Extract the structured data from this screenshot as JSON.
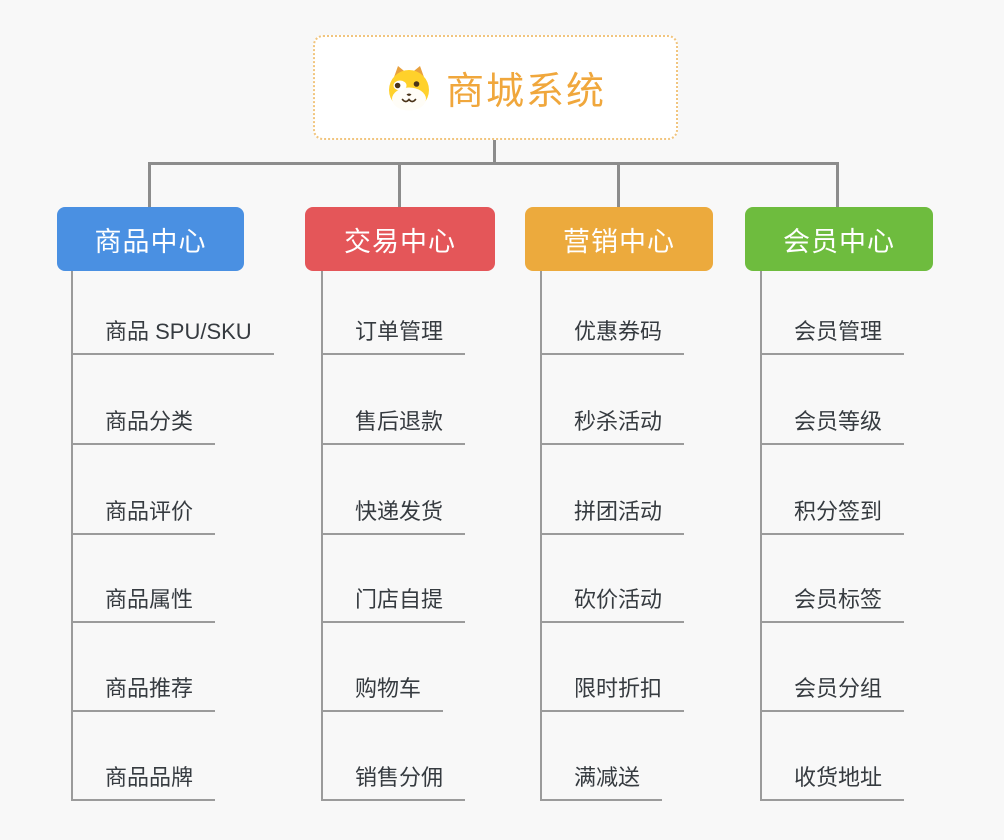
{
  "root": {
    "label": "商城系统",
    "icon": "dog-logo-icon"
  },
  "branches": [
    {
      "label": "商品中心",
      "color": "#4a90e2",
      "children": [
        "商品 SPU/SKU",
        "商品分类",
        "商品评价",
        "商品属性",
        "商品推荐",
        "商品品牌"
      ]
    },
    {
      "label": "交易中心",
      "color": "#e45659",
      "children": [
        "订单管理",
        "售后退款",
        "快递发货",
        "门店自提",
        "购物车",
        "销售分佣"
      ]
    },
    {
      "label": "营销中心",
      "color": "#ecaa3d",
      "children": [
        "优惠券码",
        "秒杀活动",
        "拼团活动",
        "砍价活动",
        "限时折扣",
        "满减送"
      ]
    },
    {
      "label": "会员中心",
      "color": "#6ebc3e",
      "children": [
        "会员管理",
        "会员等级",
        "积分签到",
        "会员标签",
        "会员分组",
        "收货地址"
      ]
    }
  ],
  "theme": {
    "title_color": "#f0a73c",
    "root_border_color": "#f1c57e",
    "connector_color": "#8c8c8c",
    "leaf_line_color": "#9b9b9b",
    "leaf_text_color": "#363b40",
    "background": "#f8f8f8"
  }
}
